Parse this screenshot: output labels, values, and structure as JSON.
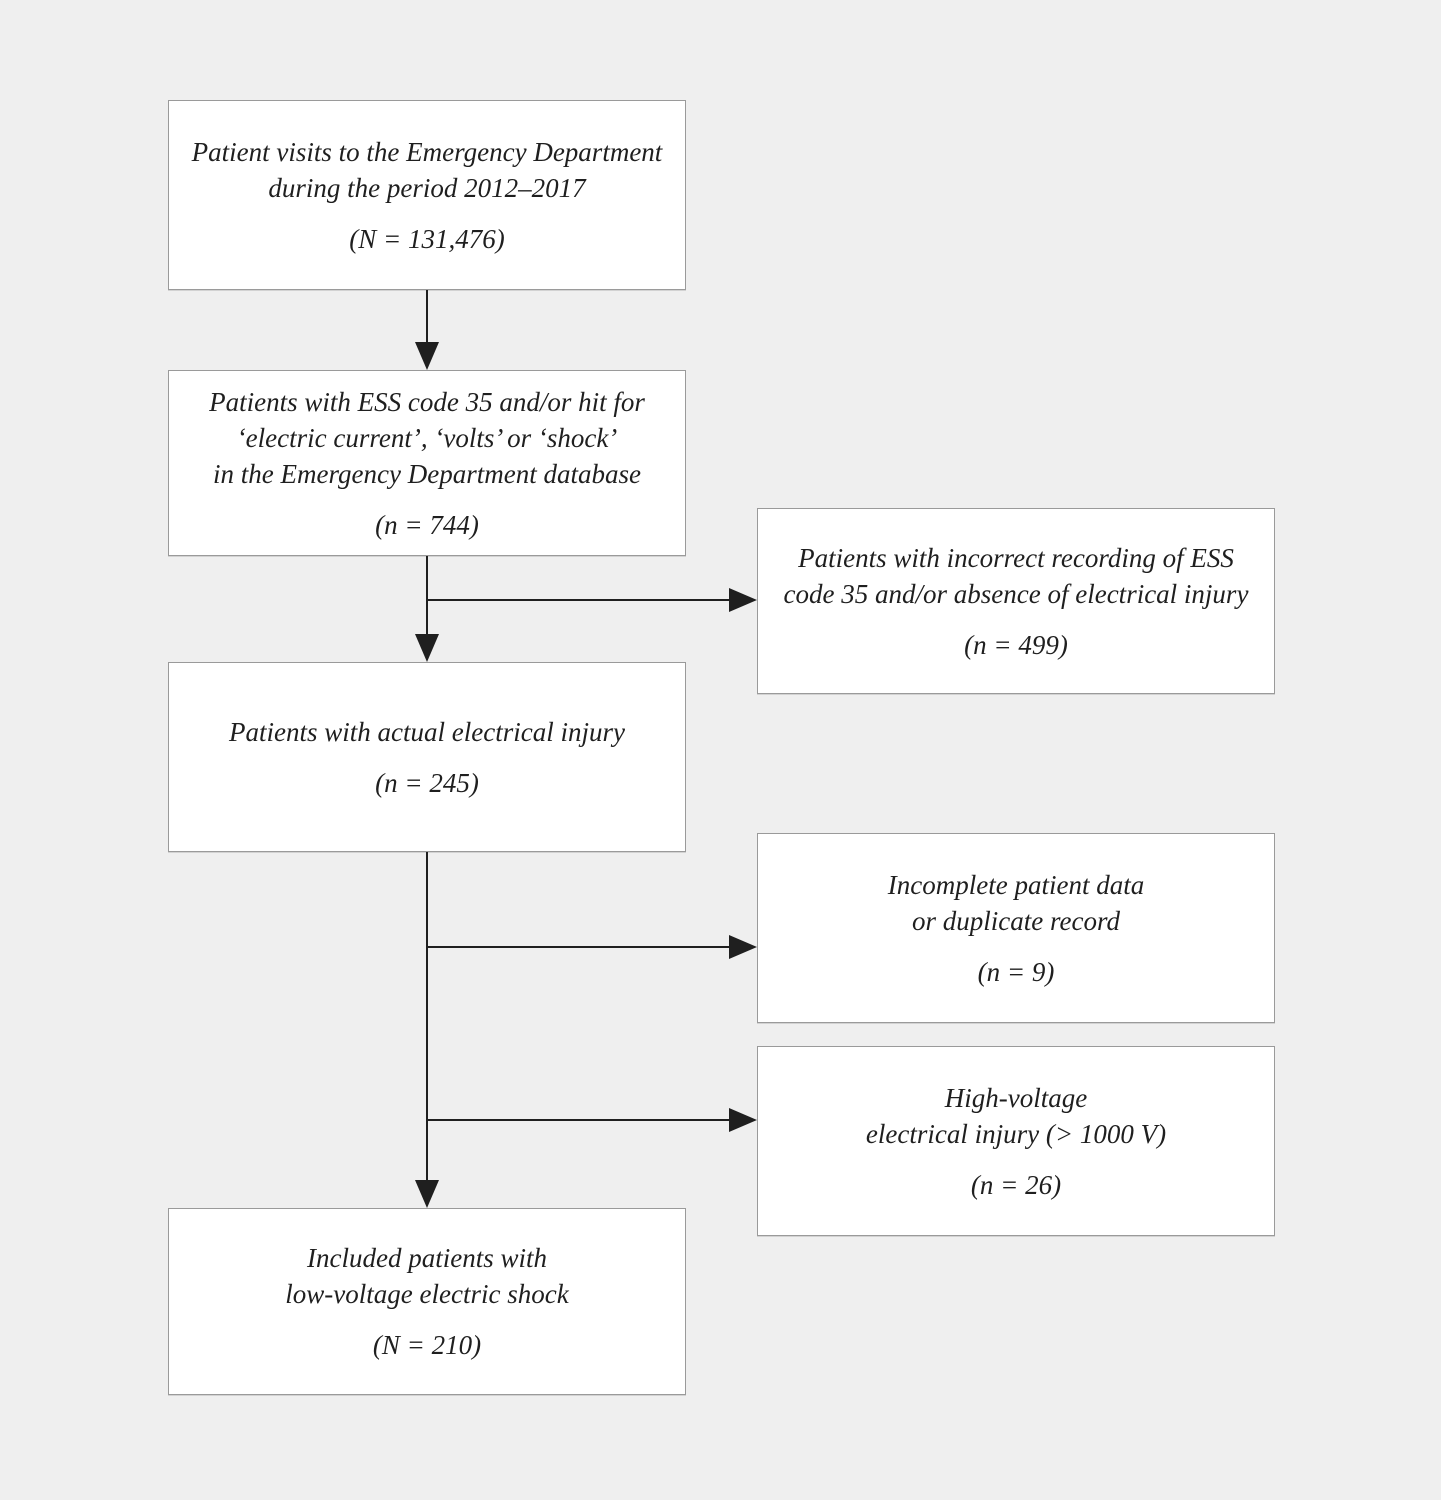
{
  "diagram": {
    "type": "flowchart",
    "background_color": "#efefef",
    "box_fill_color": "#ffffff",
    "box_border_color": "#9a9a9a",
    "arrow_color": "#1f1f1f",
    "nodes": [
      {
        "id": "patient-visits",
        "lines": [
          "Patient visits to the Emergency Department",
          "during the period 2012–2017"
        ],
        "count": "(N = 131,476)"
      },
      {
        "id": "ess-code-hits",
        "lines": [
          "Patients with ESS code 35 and/or hit for",
          "‘electric current’, ‘volts’ or ‘shock’",
          "in the Emergency Department database"
        ],
        "count": "(n = 744)"
      },
      {
        "id": "incorrect-recording",
        "lines": [
          "Patients with incorrect recording of ESS",
          "code 35  and/or absence of electrical injury"
        ],
        "count": "(n = 499)"
      },
      {
        "id": "actual-electrical-injury",
        "lines": [
          "Patients with actual electrical injury"
        ],
        "count": "(n = 245)"
      },
      {
        "id": "incomplete-data",
        "lines": [
          "Incomplete patient data",
          "or duplicate record"
        ],
        "count": "(n = 9)"
      },
      {
        "id": "high-voltage",
        "lines": [
          "High-voltage",
          "electrical injury (> 1000 V)"
        ],
        "count": "(n = 26)"
      },
      {
        "id": "included-patients",
        "lines": [
          "Included patients with",
          "low-voltage electric shock"
        ],
        "count": "(N = 210)"
      }
    ]
  }
}
